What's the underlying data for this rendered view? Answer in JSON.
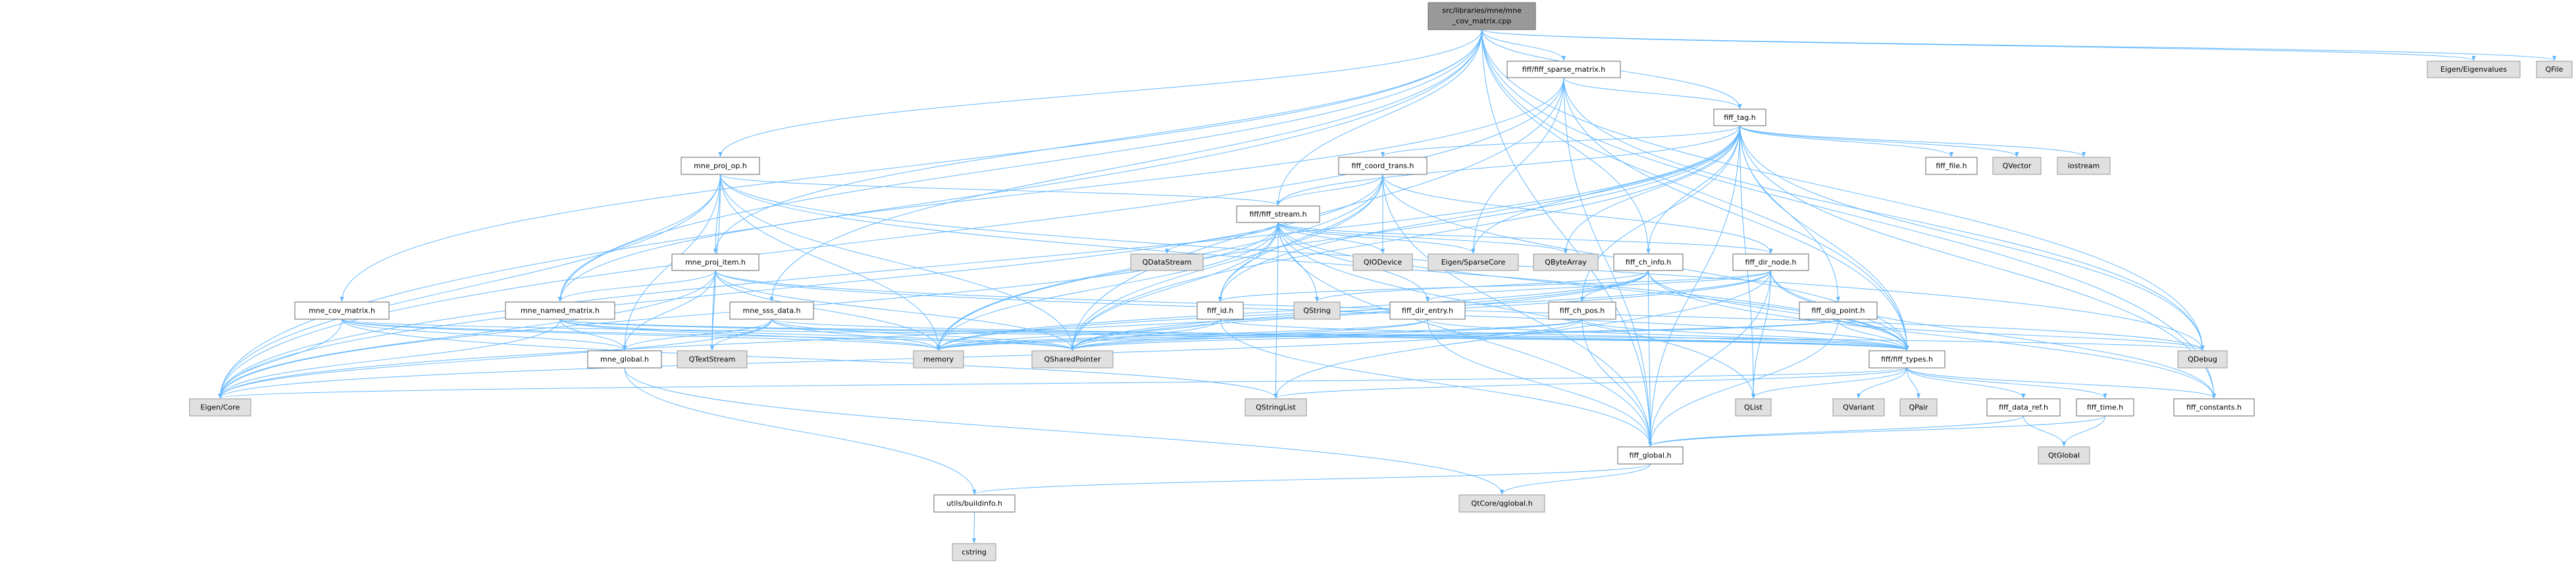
{
  "colors": {
    "edge": "#63b8ff",
    "root_fill": "#999999",
    "internal_fill": "#ffffff",
    "external_fill": "#e0e0e0"
  },
  "nodes": [
    {
      "id": "root",
      "label": "src/libraries/mne/mne",
      "label2": "_cov_matrix.cpp",
      "kind": "root"
    },
    {
      "id": "sparse",
      "label": "fiff/fiff_sparse_matrix.h",
      "kind": "internal"
    },
    {
      "id": "eigenvalues",
      "label": "Eigen/Eigenvalues",
      "kind": "external"
    },
    {
      "id": "qfile",
      "label": "QFile",
      "kind": "external"
    },
    {
      "id": "tag",
      "label": "fiff_tag.h",
      "kind": "internal"
    },
    {
      "id": "projop",
      "label": "mne_proj_op.h",
      "kind": "internal"
    },
    {
      "id": "coordtrans",
      "label": "fiff_coord_trans.h",
      "kind": "internal"
    },
    {
      "id": "file",
      "label": "fiff_file.h",
      "kind": "internal"
    },
    {
      "id": "qvector",
      "label": "QVector",
      "kind": "external"
    },
    {
      "id": "iostream",
      "label": "iostream",
      "kind": "external"
    },
    {
      "id": "stream",
      "label": "fiff/fiff_stream.h",
      "kind": "internal"
    },
    {
      "id": "projitem",
      "label": "mne_proj_item.h",
      "kind": "internal"
    },
    {
      "id": "qdatastream",
      "label": "QDataStream",
      "kind": "external"
    },
    {
      "id": "qiodevice",
      "label": "QIODevice",
      "kind": "external"
    },
    {
      "id": "sparsecore",
      "label": "Eigen/SparseCore",
      "kind": "external"
    },
    {
      "id": "qbytearray",
      "label": "QByteArray",
      "kind": "external"
    },
    {
      "id": "chinfo",
      "label": "fiff_ch_info.h",
      "kind": "internal"
    },
    {
      "id": "dirnode",
      "label": "fiff_dir_node.h",
      "kind": "internal"
    },
    {
      "id": "covmatrix",
      "label": "mne_cov_matrix.h",
      "kind": "internal"
    },
    {
      "id": "namedmatrix",
      "label": "mne_named_matrix.h",
      "kind": "internal"
    },
    {
      "id": "sssdata",
      "label": "mne_sss_data.h",
      "kind": "internal"
    },
    {
      "id": "id",
      "label": "fiff_id.h",
      "kind": "internal"
    },
    {
      "id": "qstring",
      "label": "QString",
      "kind": "external"
    },
    {
      "id": "direntry",
      "label": "fiff_dir_entry.h",
      "kind": "internal"
    },
    {
      "id": "chpos",
      "label": "fiff_ch_pos.h",
      "kind": "internal"
    },
    {
      "id": "digpoint",
      "label": "fiff_dig_point.h",
      "kind": "internal"
    },
    {
      "id": "mneglobal",
      "label": "mne_global.h",
      "kind": "internal"
    },
    {
      "id": "qtextstream",
      "label": "QTextStream",
      "kind": "external"
    },
    {
      "id": "memory",
      "label": "memory",
      "kind": "external"
    },
    {
      "id": "qsharedpointer",
      "label": "QSharedPointer",
      "kind": "external"
    },
    {
      "id": "types",
      "label": "fiff/fiff_types.h",
      "kind": "internal"
    },
    {
      "id": "qdebug",
      "label": "QDebug",
      "kind": "external"
    },
    {
      "id": "eigencore",
      "label": "Eigen/Core",
      "kind": "external"
    },
    {
      "id": "qstringlist",
      "label": "QStringList",
      "kind": "external"
    },
    {
      "id": "qlist",
      "label": "QList",
      "kind": "external"
    },
    {
      "id": "qvariant",
      "label": "QVariant",
      "kind": "external"
    },
    {
      "id": "qpair",
      "label": "QPair",
      "kind": "external"
    },
    {
      "id": "dataref",
      "label": "fiff_data_ref.h",
      "kind": "internal"
    },
    {
      "id": "time",
      "label": "fiff_time.h",
      "kind": "internal"
    },
    {
      "id": "constants",
      "label": "fiff_constants.h",
      "kind": "internal"
    },
    {
      "id": "fiffglobal",
      "label": "fiff_global.h",
      "kind": "internal"
    },
    {
      "id": "qtglobal",
      "label": "QtGlobal",
      "kind": "external"
    },
    {
      "id": "buildinfo",
      "label": "utils/buildinfo.h",
      "kind": "internal"
    },
    {
      "id": "qglobal",
      "label": "QtCore/qglobal.h",
      "kind": "external"
    },
    {
      "id": "cstring",
      "label": "cstring",
      "kind": "external"
    }
  ],
  "edges": [
    [
      "root",
      "eigencore"
    ],
    [
      "root",
      "covmatrix"
    ],
    [
      "root",
      "projop"
    ],
    [
      "root",
      "projitem"
    ],
    [
      "root",
      "namedmatrix"
    ],
    [
      "root",
      "sssdata"
    ],
    [
      "root",
      "sparse"
    ],
    [
      "root",
      "tag"
    ],
    [
      "root",
      "stream"
    ],
    [
      "root",
      "chinfo"
    ],
    [
      "root",
      "types"
    ],
    [
      "root",
      "constants"
    ],
    [
      "root",
      "qdebug"
    ],
    [
      "root",
      "eigenvalues"
    ],
    [
      "root",
      "qfile"
    ],
    [
      "root",
      "fiffglobal"
    ],
    [
      "sparse",
      "tag"
    ],
    [
      "sparse",
      "sparsecore"
    ],
    [
      "sparse",
      "eigencore"
    ],
    [
      "sparse",
      "qsharedpointer"
    ],
    [
      "sparse",
      "types"
    ],
    [
      "sparse",
      "fiffglobal"
    ],
    [
      "sparse",
      "namedmatrix"
    ],
    [
      "sparse",
      "qdebug"
    ],
    [
      "tag",
      "fiffglobal"
    ],
    [
      "tag",
      "types"
    ],
    [
      "tag",
      "coordtrans"
    ],
    [
      "tag",
      "file"
    ],
    [
      "tag",
      "id"
    ],
    [
      "tag",
      "digpoint"
    ],
    [
      "tag",
      "chinfo"
    ],
    [
      "tag",
      "chpos"
    ],
    [
      "tag",
      "stream"
    ],
    [
      "tag",
      "eigencore"
    ],
    [
      "tag",
      "qsharedpointer"
    ],
    [
      "tag",
      "qbytearray"
    ],
    [
      "tag",
      "qlist"
    ],
    [
      "tag",
      "qvector"
    ],
    [
      "tag",
      "iostream"
    ],
    [
      "tag",
      "qdebug"
    ],
    [
      "tag",
      "sparsecore"
    ],
    [
      "tag",
      "constants"
    ],
    [
      "tag",
      "memory"
    ],
    [
      "coordtrans",
      "fiffglobal"
    ],
    [
      "coordtrans",
      "types"
    ],
    [
      "coordtrans",
      "stream"
    ],
    [
      "coordtrans",
      "qiodevice"
    ],
    [
      "coordtrans",
      "qsharedpointer"
    ],
    [
      "coordtrans",
      "eigencore"
    ],
    [
      "coordtrans",
      "memory"
    ],
    [
      "coordtrans",
      "dirnode"
    ],
    [
      "coordtrans",
      "id"
    ],
    [
      "stream",
      "fiffglobal"
    ],
    [
      "stream",
      "types"
    ],
    [
      "stream",
      "id"
    ],
    [
      "stream",
      "direntry"
    ],
    [
      "stream",
      "dirnode"
    ],
    [
      "stream",
      "qdatastream"
    ],
    [
      "stream",
      "qiodevice"
    ],
    [
      "stream",
      "sparsecore"
    ],
    [
      "stream",
      "qbytearray"
    ],
    [
      "stream",
      "qstring"
    ],
    [
      "stream",
      "qstringlist"
    ],
    [
      "stream",
      "qsharedpointer"
    ],
    [
      "stream",
      "memory"
    ],
    [
      "stream",
      "eigencore"
    ],
    [
      "stream",
      "qlist"
    ],
    [
      "chinfo",
      "fiffglobal"
    ],
    [
      "chinfo",
      "types"
    ],
    [
      "chinfo",
      "chpos"
    ],
    [
      "chinfo",
      "qsharedpointer"
    ],
    [
      "chinfo",
      "constants"
    ],
    [
      "chinfo",
      "eigencore"
    ],
    [
      "chinfo",
      "memory"
    ],
    [
      "chinfo",
      "qstring"
    ],
    [
      "chpos",
      "fiffglobal"
    ],
    [
      "chpos",
      "types"
    ],
    [
      "chpos",
      "eigencore"
    ],
    [
      "chpos",
      "qsharedpointer"
    ],
    [
      "chpos",
      "memory"
    ],
    [
      "dirnode",
      "fiffglobal"
    ],
    [
      "dirnode",
      "types"
    ],
    [
      "dirnode",
      "id"
    ],
    [
      "dirnode",
      "direntry"
    ],
    [
      "dirnode",
      "qlist"
    ],
    [
      "dirnode",
      "qsharedpointer"
    ],
    [
      "dirnode",
      "memory"
    ],
    [
      "dirnode",
      "qstringlist"
    ],
    [
      "dirnode",
      "constants"
    ],
    [
      "direntry",
      "fiffglobal"
    ],
    [
      "direntry",
      "types"
    ],
    [
      "direntry",
      "qsharedpointer"
    ],
    [
      "direntry",
      "memory"
    ],
    [
      "id",
      "fiffglobal"
    ],
    [
      "id",
      "types"
    ],
    [
      "id",
      "qsharedpointer"
    ],
    [
      "id",
      "memory"
    ],
    [
      "digpoint",
      "fiffglobal"
    ],
    [
      "digpoint",
      "types"
    ],
    [
      "digpoint",
      "qsharedpointer"
    ],
    [
      "digpoint",
      "qdebug"
    ],
    [
      "digpoint",
      "memory"
    ],
    [
      "types",
      "constants"
    ],
    [
      "types",
      "dataref"
    ],
    [
      "types",
      "time"
    ],
    [
      "types",
      "qlist"
    ],
    [
      "types",
      "qvariant"
    ],
    [
      "types",
      "qpair"
    ],
    [
      "types",
      "qstringlist"
    ],
    [
      "types",
      "eigencore"
    ],
    [
      "dataref",
      "fiffglobal"
    ],
    [
      "dataref",
      "qtglobal"
    ],
    [
      "time",
      "fiffglobal"
    ],
    [
      "time",
      "qtglobal"
    ],
    [
      "fiffglobal",
      "buildinfo"
    ],
    [
      "fiffglobal",
      "qglobal"
    ],
    [
      "buildinfo",
      "cstring"
    ],
    [
      "projop",
      "projitem"
    ],
    [
      "projop",
      "mneglobal"
    ],
    [
      "projop",
      "stream"
    ],
    [
      "projop",
      "types"
    ],
    [
      "projop",
      "eigencore"
    ],
    [
      "projop",
      "qsharedpointer"
    ],
    [
      "projop",
      "memory"
    ],
    [
      "projop",
      "qtextstream"
    ],
    [
      "projop",
      "qdebug"
    ],
    [
      "projop",
      "namedmatrix"
    ],
    [
      "projitem",
      "namedmatrix"
    ],
    [
      "projitem",
      "mneglobal"
    ],
    [
      "projitem",
      "types"
    ],
    [
      "projitem",
      "eigencore"
    ],
    [
      "projitem",
      "qsharedpointer"
    ],
    [
      "projitem",
      "memory"
    ],
    [
      "projitem",
      "qdebug"
    ],
    [
      "projitem",
      "qtextstream"
    ],
    [
      "namedmatrix",
      "mneglobal"
    ],
    [
      "namedmatrix",
      "types"
    ],
    [
      "namedmatrix",
      "eigencore"
    ],
    [
      "namedmatrix",
      "qsharedpointer"
    ],
    [
      "namedmatrix",
      "memory"
    ],
    [
      "namedmatrix",
      "qdebug"
    ],
    [
      "covmatrix",
      "mneglobal"
    ],
    [
      "covmatrix",
      "eigencore"
    ],
    [
      "covmatrix",
      "qsharedpointer"
    ],
    [
      "covmatrix",
      "memory"
    ],
    [
      "covmatrix",
      "qstringlist"
    ],
    [
      "covmatrix",
      "types"
    ],
    [
      "sssdata",
      "mneglobal"
    ],
    [
      "sssdata",
      "qtextstream"
    ],
    [
      "sssdata",
      "eigencore"
    ],
    [
      "sssdata",
      "qsharedpointer"
    ],
    [
      "sssdata",
      "memory"
    ],
    [
      "sssdata",
      "types"
    ],
    [
      "mneglobal",
      "buildinfo"
    ],
    [
      "mneglobal",
      "qglobal"
    ]
  ]
}
